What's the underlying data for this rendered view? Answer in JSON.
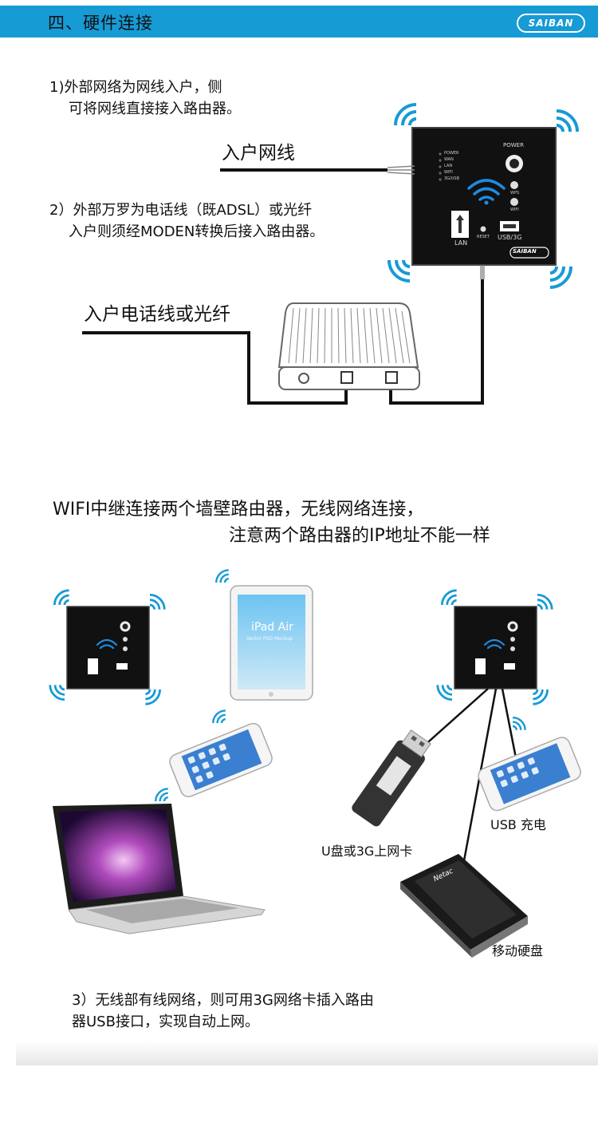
{
  "header": {
    "section_title": "四、硬件连接",
    "logo": "SAIBAN",
    "colors": {
      "bar": "#169bd5",
      "text": "#111111"
    }
  },
  "top_section": {
    "step1_lines": [
      "1)外部网络为网线入户，侧",
      "可将网线直接接入路由器。"
    ],
    "label_cable": "入户网线",
    "step2_lines": [
      "2）外部万罗为电话线（既ADSL）或光纤",
      "入户则须经MODEN转换后接入路由器。"
    ],
    "label_phone": "入户电话线或光纤"
  },
  "router_panel": {
    "leds": [
      "POWER",
      "WAN",
      "LAN",
      "WIFI",
      "3G/USB"
    ],
    "power_label": "POWER",
    "wps_label": "WPS",
    "wifi_label": "WIFI",
    "lan_label": "LAN",
    "reset_label": "RESET",
    "usb_label": "USB/3G",
    "brand": "SAIBAN"
  },
  "middle_section": {
    "heading_lines": [
      "WIFI中继连接两个墙壁路由器，无线网络连接，",
      "注意两个路由器的IP地址不能一样"
    ],
    "ipad_title": "iPad Air",
    "ipad_subtitle": "Vector PSD Mockup",
    "label_usb_charge": "USB 充电",
    "label_udisk": "U盘或3G上网卡",
    "label_hdd": "移动硬盘",
    "hdd_brand": "Netac"
  },
  "bottom_section": {
    "step3_lines": [
      "3）无线部有线网络，则可用3G网络卡插入路由",
      "器USB接口，实现自动上网。"
    ]
  }
}
